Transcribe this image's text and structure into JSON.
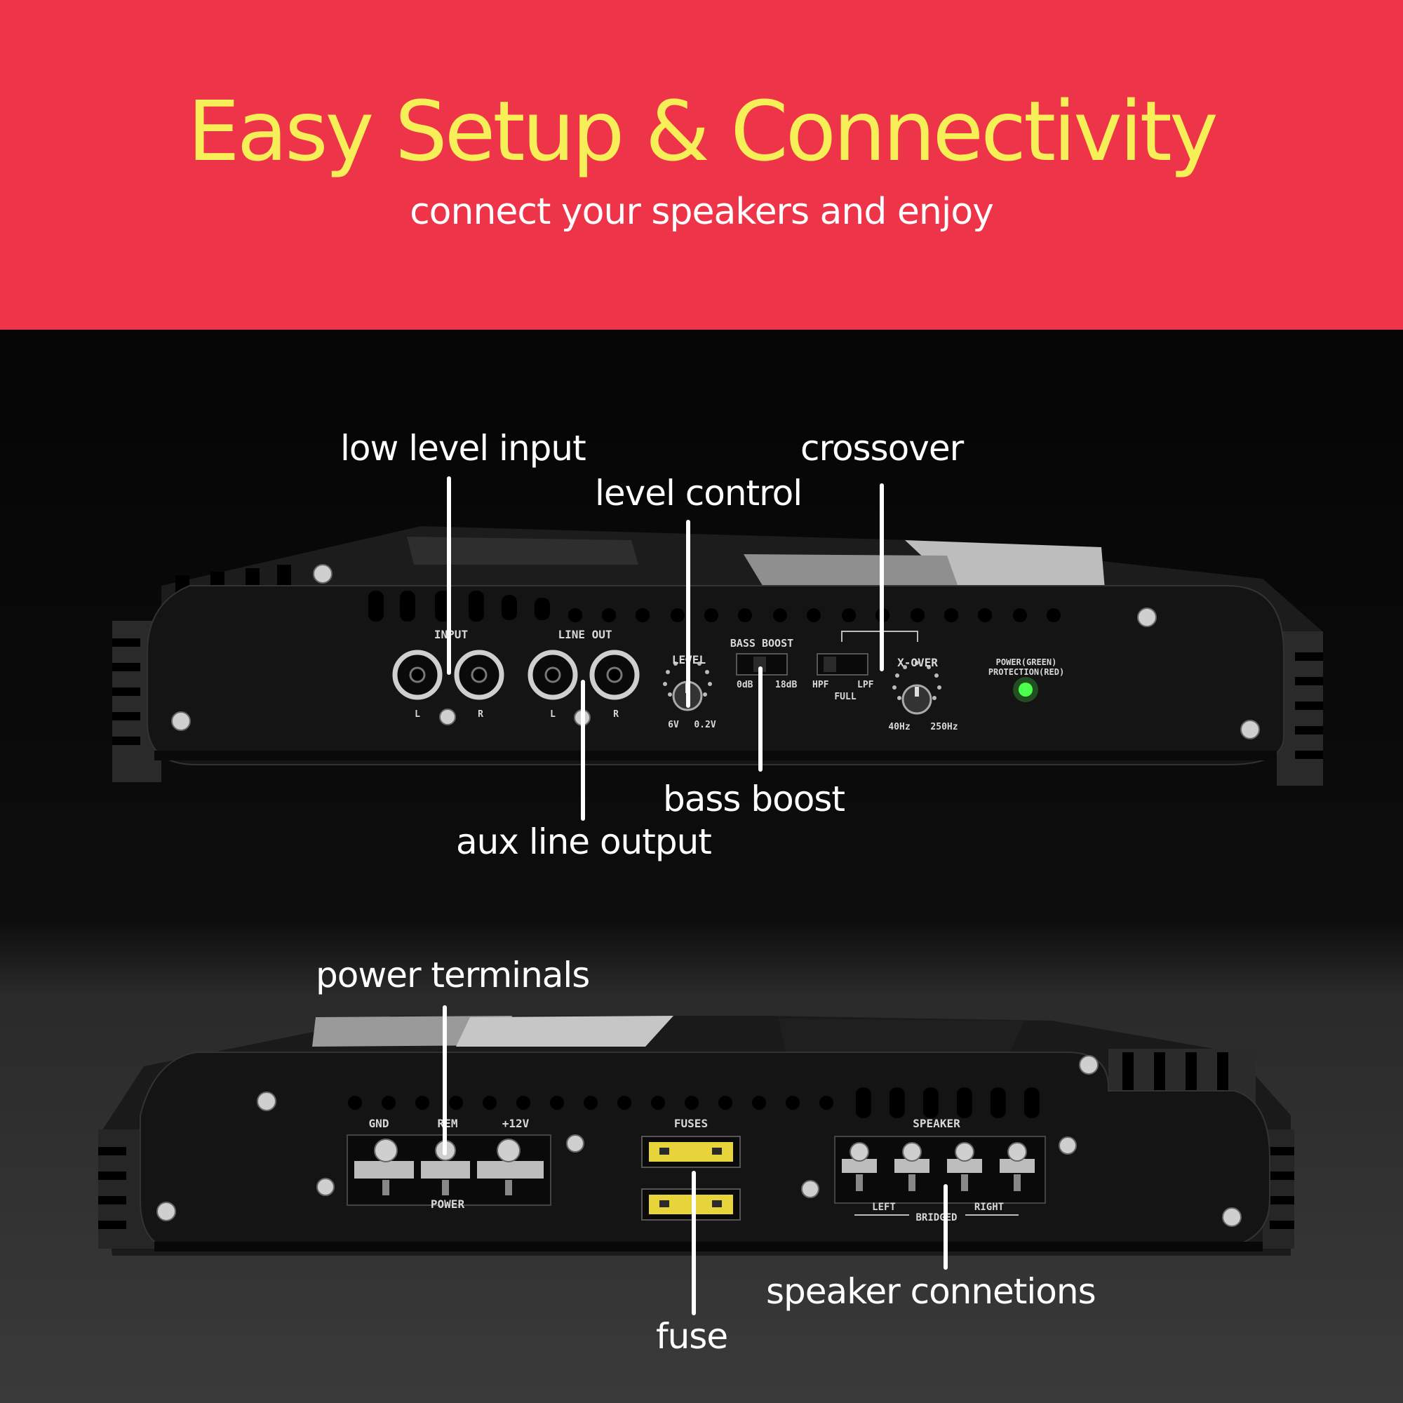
{
  "banner": {
    "title": "Easy Setup & Connectivity",
    "subtitle": "connect your speakers and enjoy",
    "background_color": "#ee3449",
    "title_color": "#f7ef57"
  },
  "callouts": {
    "low_level_input": "low level input",
    "level_control": "level control",
    "crossover": "crossover",
    "bass_boost": "bass boost",
    "aux_line_output": "aux line output",
    "power_terminals": "power terminals",
    "fuse": "fuse",
    "speaker_connections": "speaker connetions"
  },
  "front_panel": {
    "input": "INPUT",
    "line_out": "LINE OUT",
    "left": "L",
    "right": "R",
    "level": "LEVEL",
    "level_min": "6V",
    "level_max": "0.2V",
    "bass_boost": "BASS BOOST",
    "bass_min": "0dB",
    "bass_max": "18dB",
    "hpf": "HPF",
    "lpf": "LPF",
    "full": "FULL",
    "xover": "X-OVER",
    "xover_min": "40Hz",
    "xover_max": "250Hz",
    "led_label_1": "POWER(GREEN)",
    "led_label_2": "PROTECTION(RED)",
    "led_color": "#4cff4c"
  },
  "rear_panel": {
    "gnd": "GND",
    "rem": "REM",
    "plus12v": "+12V",
    "power": "POWER",
    "fuses": "FUSES",
    "speaker": "SPEAKER",
    "left": "LEFT",
    "right": "RIGHT",
    "bridged": "BRIDGED",
    "fuse_color": "#e7d43a"
  }
}
